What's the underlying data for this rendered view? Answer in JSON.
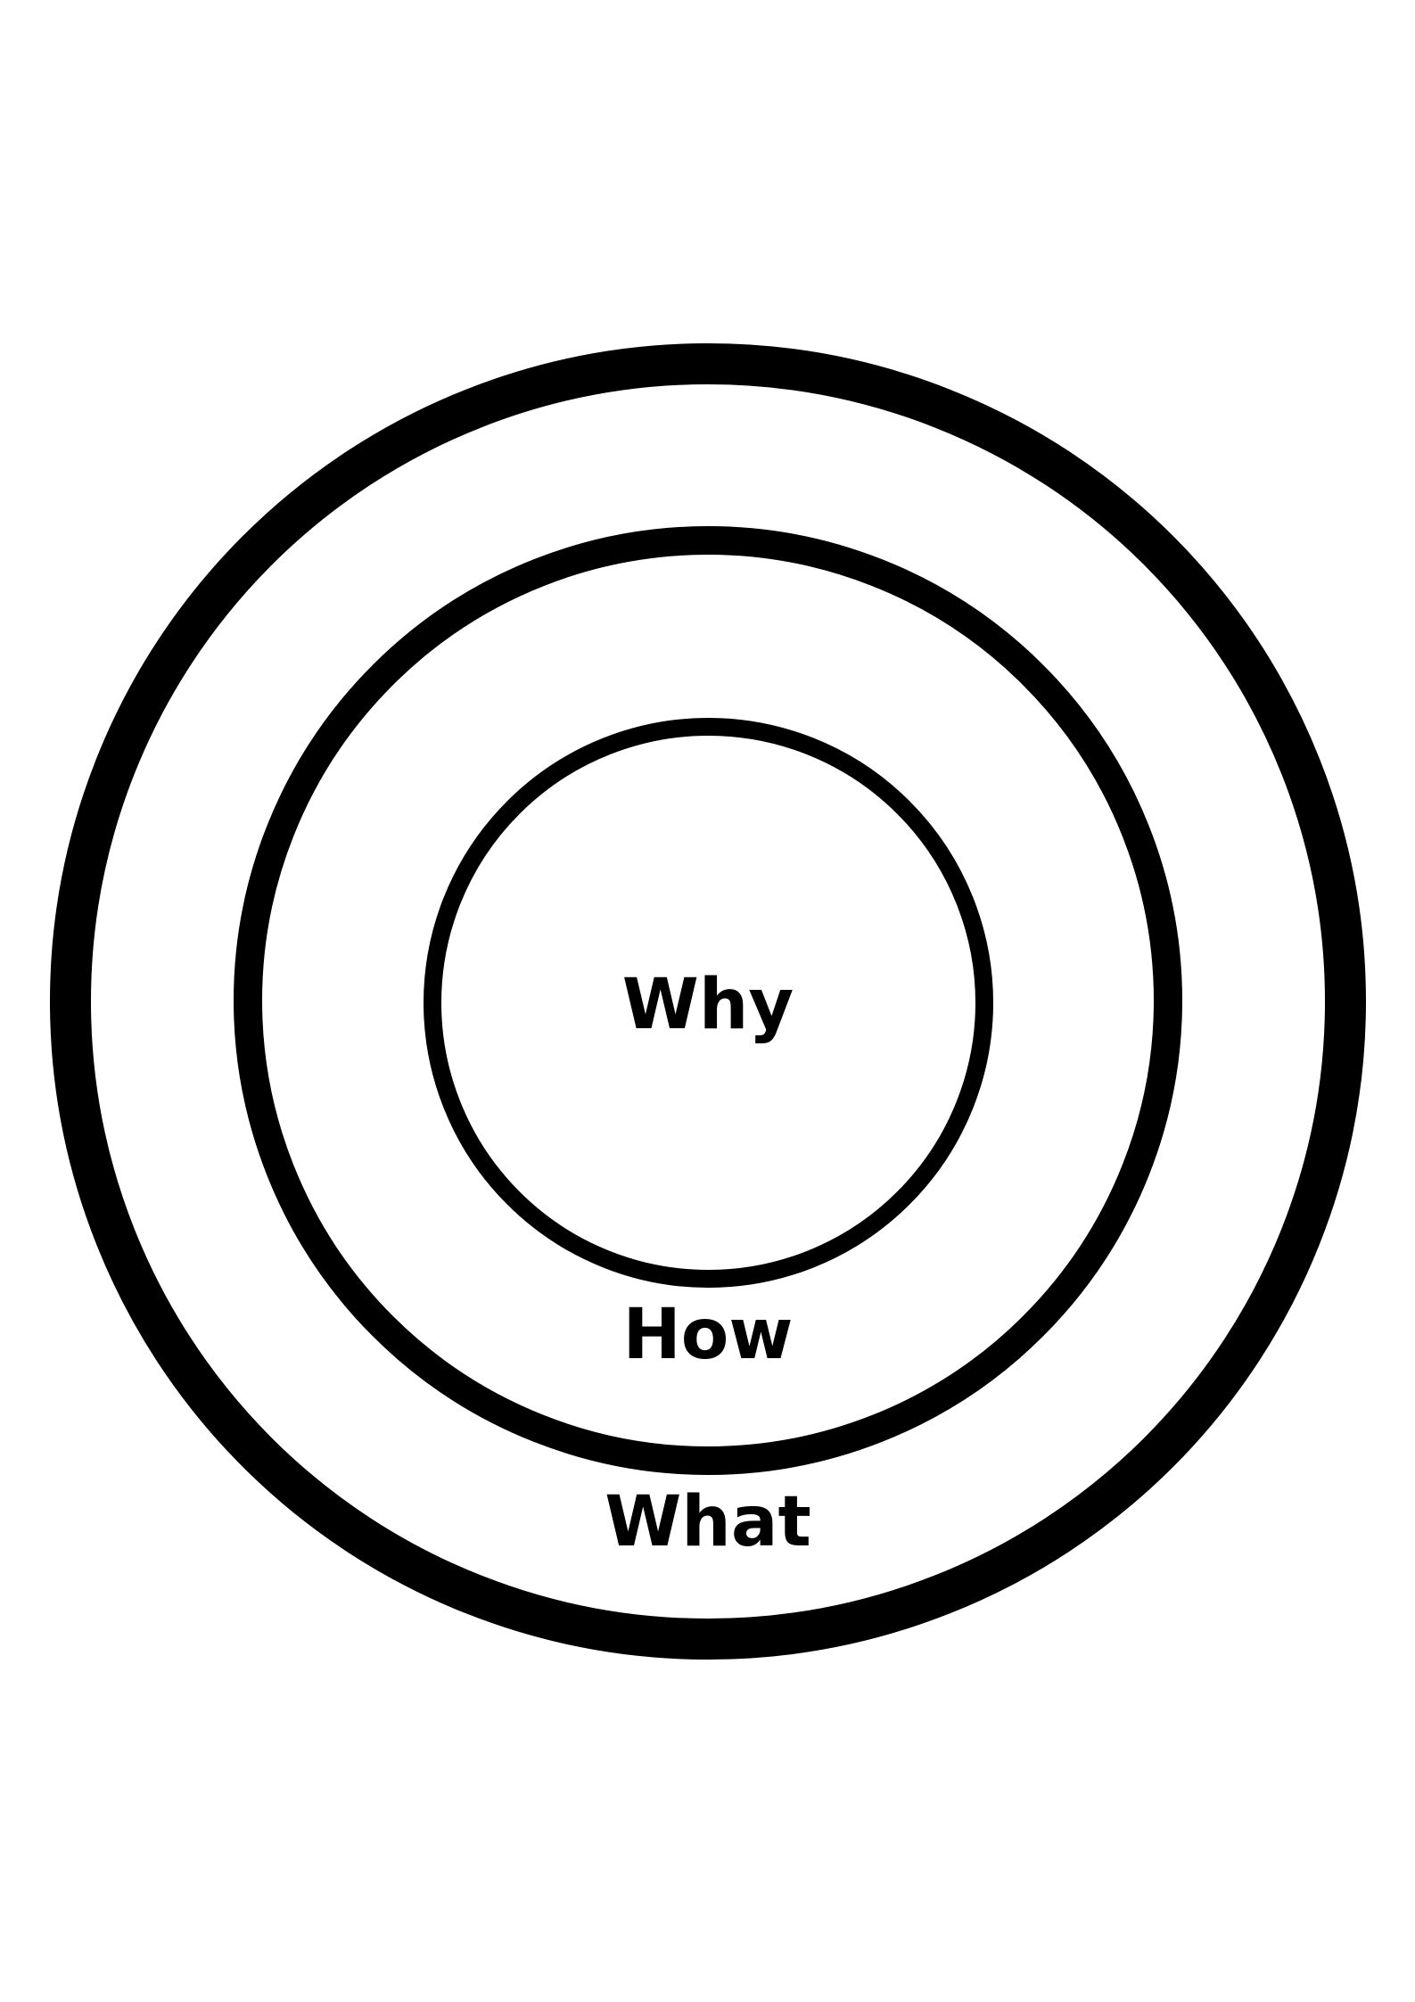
{
  "diagram": {
    "type": "concentric-circles",
    "layers": [
      {
        "id": "inner",
        "label": "Why"
      },
      {
        "id": "middle",
        "label": "How"
      },
      {
        "id": "outer",
        "label": "What"
      }
    ]
  },
  "colors": {
    "stroke": "#000000",
    "background": "#ffffff",
    "text": "#000000"
  }
}
